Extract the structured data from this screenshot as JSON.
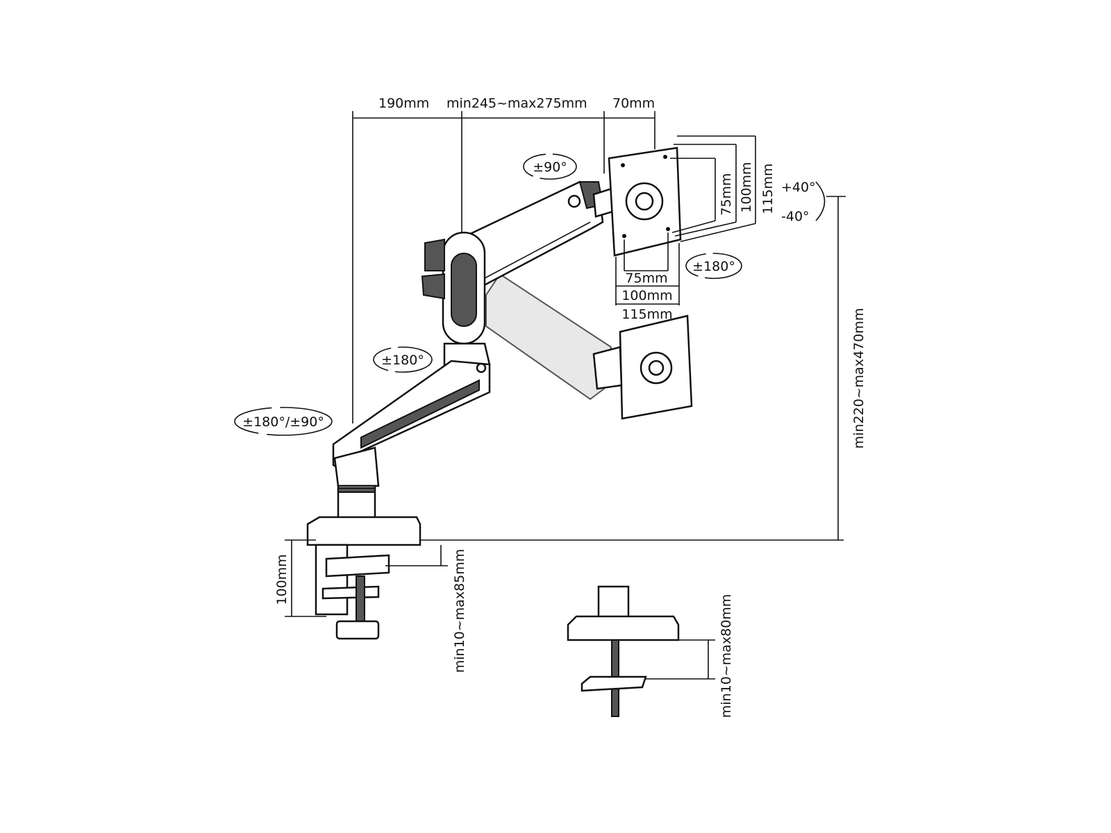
{
  "dimensions": {
    "top_left": "190mm",
    "top_mid": "min245~max275mm",
    "top_right": "70mm",
    "vesa_v_75": "75mm",
    "vesa_v_100": "100mm",
    "vesa_v_115": "115mm",
    "vesa_h_75": "75mm",
    "vesa_h_100": "100mm",
    "vesa_h_115": "115mm",
    "height_range": "min220~max470mm",
    "clamp_height": "100mm",
    "clamp_range": "min10~max85mm",
    "grommet_range": "min10~max80mm"
  },
  "rotations": {
    "head_swivel": "±90°",
    "tilt_up": "+40°",
    "tilt_down": "-40°",
    "plate_rotation": "±180°",
    "elbow": "±180°",
    "base": "±180°/±90°"
  }
}
